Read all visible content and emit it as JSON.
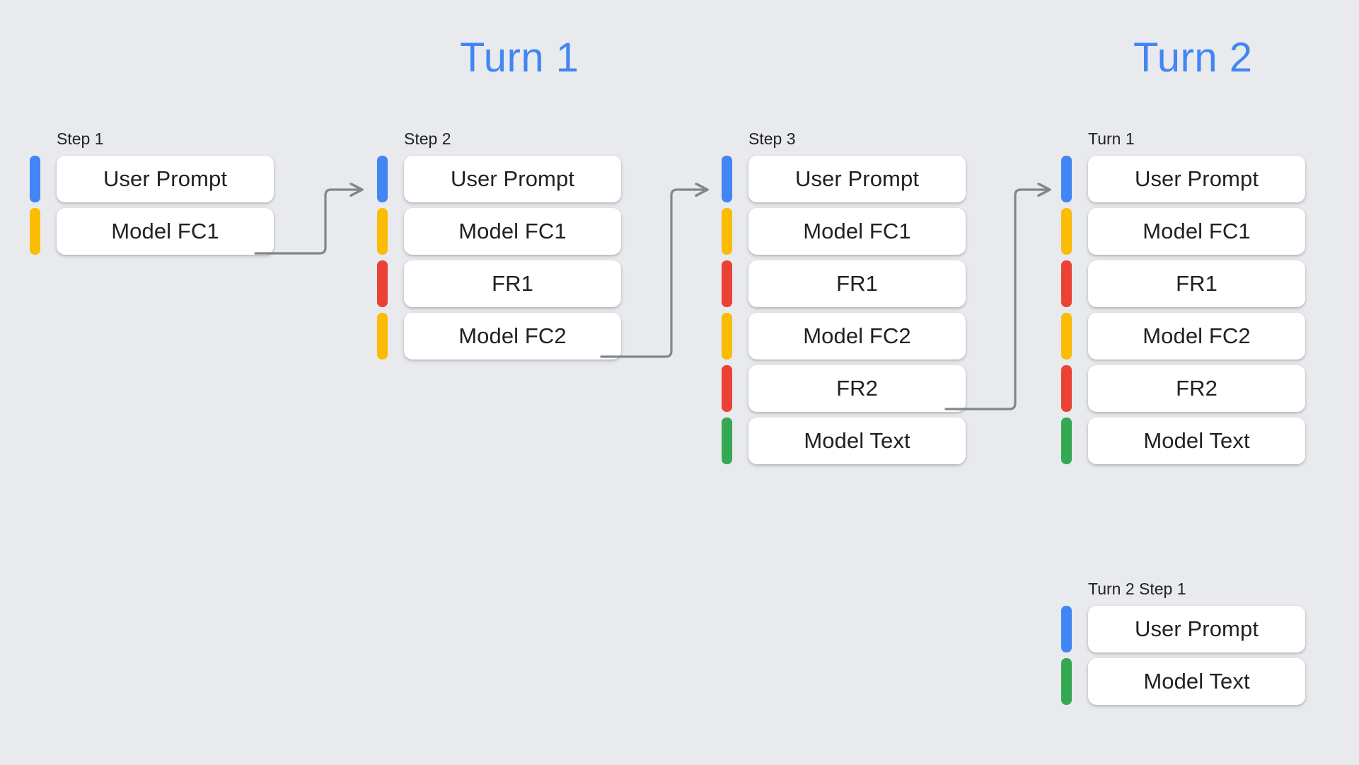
{
  "background_color": "#e8eaed",
  "palette": {
    "blue": "#4285f4",
    "yellow": "#fbbc05",
    "red": "#ea4335",
    "green": "#34a853",
    "arrow": "#80868b",
    "card": "#ffffff",
    "text": "#202124"
  },
  "titles": {
    "turn_1": "Turn 1",
    "turn_2": "Turn 2"
  },
  "columns": [
    {
      "id": "step-1",
      "label": "Step 1",
      "rows": [
        {
          "color": "blue",
          "label": "User Prompt"
        },
        {
          "color": "yellow",
          "label": "Model FC1"
        }
      ]
    },
    {
      "id": "step-2",
      "label": "Step 2",
      "rows": [
        {
          "color": "blue",
          "label": "User Prompt"
        },
        {
          "color": "yellow",
          "label": "Model FC1"
        },
        {
          "color": "red",
          "label": "FR1"
        },
        {
          "color": "yellow",
          "label": "Model FC2"
        }
      ]
    },
    {
      "id": "step-3",
      "label": "Step 3",
      "rows": [
        {
          "color": "blue",
          "label": "User Prompt"
        },
        {
          "color": "yellow",
          "label": "Model FC1"
        },
        {
          "color": "red",
          "label": "FR1"
        },
        {
          "color": "yellow",
          "label": "Model FC2"
        },
        {
          "color": "red",
          "label": "FR2"
        },
        {
          "color": "green",
          "label": "Model Text"
        }
      ]
    },
    {
      "id": "turn-1",
      "label": "Turn 1",
      "rows": [
        {
          "color": "blue",
          "label": "User Prompt"
        },
        {
          "color": "yellow",
          "label": "Model FC1"
        },
        {
          "color": "red",
          "label": "FR1"
        },
        {
          "color": "yellow",
          "label": "Model FC2"
        },
        {
          "color": "red",
          "label": "FR2"
        },
        {
          "color": "green",
          "label": "Model Text"
        }
      ]
    },
    {
      "id": "turn-2-step-1",
      "label": "Turn 2 Step 1",
      "rows": [
        {
          "color": "blue",
          "label": "User Prompt"
        },
        {
          "color": "green",
          "label": "Model Text"
        }
      ]
    }
  ],
  "connectors": [
    {
      "id": "arrow-step1-to-step2",
      "from": "step-1.Model FC1",
      "to": "step-2.User Prompt"
    },
    {
      "id": "arrow-step2-to-step3",
      "from": "step-2.Model FC2",
      "to": "step-3.User Prompt"
    },
    {
      "id": "arrow-step3-to-turn1",
      "from": "step-3.FR2",
      "to": "turn-1.User Prompt"
    }
  ]
}
